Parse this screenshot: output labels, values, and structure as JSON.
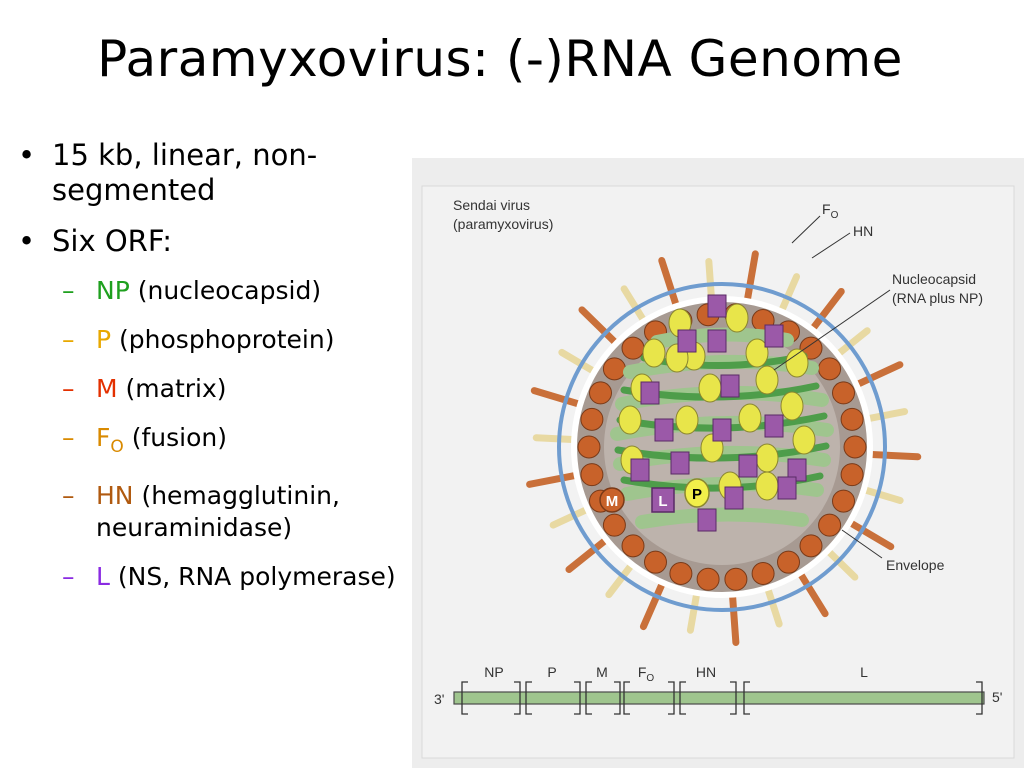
{
  "slide": {
    "title": "Paramyxovirus: (-)RNA Genome",
    "bullets": [
      {
        "text": "15 kb, linear, non-segmented"
      },
      {
        "text": "Six ORF:"
      }
    ],
    "orfs": [
      {
        "name": "NP",
        "desc": "(nucleocapsid)",
        "color": "#1fa01f"
      },
      {
        "name": "P",
        "desc": "(phosphoprotein)",
        "color": "#e8a800"
      },
      {
        "name": "M",
        "desc": "(matrix)",
        "color": "#e33000"
      },
      {
        "name": "F",
        "sub": "O",
        "desc": "(fusion)",
        "color": "#d98a00"
      },
      {
        "name": "HN",
        "desc": "(hemagglutinin, neuraminidase)",
        "color": "#b05a10"
      },
      {
        "name": "L",
        "desc": "(NS, RNA polymerase)",
        "color": "#8a2be2"
      }
    ]
  },
  "figure": {
    "virus_label_1": "Sendai virus",
    "virus_label_2": "(paramyxovirus)",
    "fo_label": "F",
    "fo_sub": "O",
    "hn_label": "HN",
    "nucleocapsid_label_1": "Nucleocapsid",
    "nucleocapsid_label_2": "(RNA plus NP)",
    "envelope_label": "Envelope",
    "protein_m": "M",
    "protein_l": "L",
    "protein_p": "P",
    "genome_end_3": "3'",
    "genome_end_5": "5'",
    "genes": [
      {
        "label": "NP"
      },
      {
        "label": "P"
      },
      {
        "label": "M"
      },
      {
        "label": "F",
        "sub": "O"
      },
      {
        "label": "HN"
      },
      {
        "label": "L"
      }
    ],
    "colors": {
      "envelope_line": "#6f9ccf",
      "spike_f": "#c9703a",
      "spike_hn": "#e8d9a2",
      "matrix": "#c8622a",
      "core": "#a79a92",
      "rna": "#9fc58e",
      "np": "#e8e54a",
      "l_protein": "#9b59a8"
    }
  }
}
